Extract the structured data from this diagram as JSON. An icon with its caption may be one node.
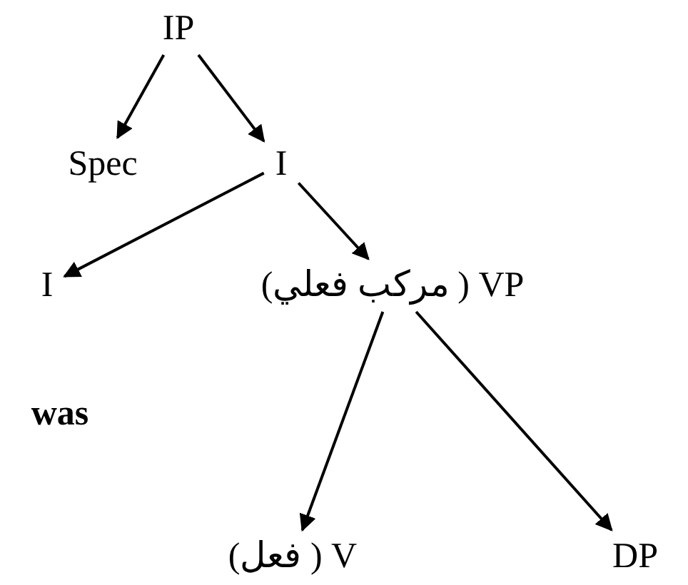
{
  "diagram": {
    "nodes": [
      {
        "text": [
          "IP"
        ]
      },
      {
        "text": [
          "Spec"
        ]
      },
      {
        "text": [
          "I"
        ]
      },
      {
        "text": [
          "I"
        ]
      },
      {
        "text": [
          "VP ( مركب فعلي)"
        ]
      },
      {
        "text": [
          "V ( فعل)"
        ]
      },
      {
        "text": [
          "DP"
        ]
      }
    ],
    "edges": [
      {
        "from": 0,
        "to": 1,
        "arrow": "to"
      },
      {
        "from": 0,
        "to": 2,
        "arrow": "to"
      },
      {
        "from": 2,
        "to": 3,
        "arrow": "to"
      },
      {
        "from": 2,
        "to": 4,
        "arrow": "to"
      },
      {
        "from": 4,
        "to": 5,
        "arrow": "to"
      },
      {
        "from": 4,
        "to": 6,
        "arrow": "to"
      }
    ],
    "labels": [
      "was"
    ]
  }
}
